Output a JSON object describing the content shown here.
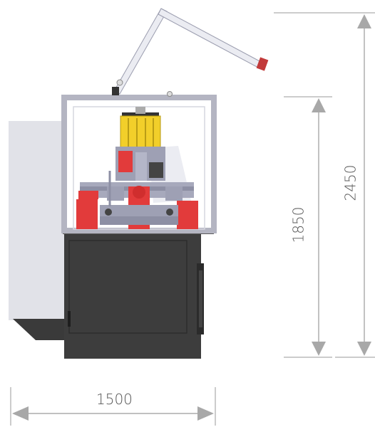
{
  "dimensions": {
    "width_label": "1500",
    "height_cabinet_label": "1850",
    "height_total_label": "2450"
  },
  "colors": {
    "dim_line": "#9a9a9a",
    "dim_arrow": "#a8a8a8",
    "frame": "#b9b9c4",
    "base_cabinet": "#3b3b3b",
    "side_panel": "#dcdde3",
    "machine_red": "#e23b3b",
    "machine_yellow": "#f2cf2a",
    "machine_steel": "#9ea0b4"
  }
}
